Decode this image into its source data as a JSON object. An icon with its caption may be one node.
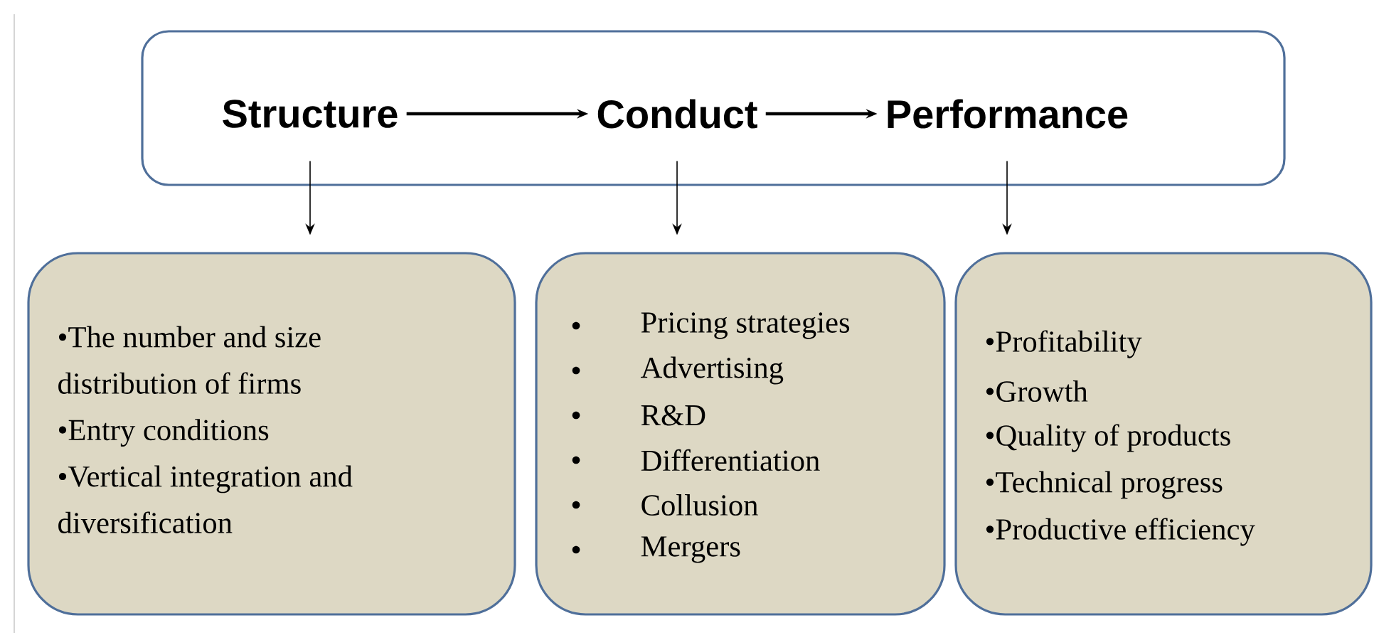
{
  "diagram": {
    "nodes": [
      {
        "text": [],
        "shape": "box"
      },
      {
        "text": [
          "Structure"
        ],
        "in": 0
      },
      {
        "text": [
          "Conduct"
        ],
        "in": 0
      },
      {
        "text": [
          "Performance"
        ],
        "in": 0
      },
      {
        "text": [
          "•The number and size distribution of firms",
          "•Entry conditions",
          "•Vertical integration and diversification"
        ]
      },
      {
        "text": [
          "Pricing strategies",
          "Advertising",
          "R&D",
          "Differentiation",
          "Collusion",
          "Mergers"
        ]
      },
      {
        "text": [
          "•Profitability",
          "•Growth",
          "•Quality of products",
          "•Technical progress",
          "•Productive efficiency"
        ]
      }
    ],
    "edges": [
      {
        "from": 1,
        "to": 2,
        "arrow": "to"
      },
      {
        "from": 2,
        "to": 3,
        "arrow": "to"
      },
      {
        "from": 1,
        "to": 4,
        "arrow": "to"
      },
      {
        "from": 2,
        "to": 5,
        "arrow": "to"
      },
      {
        "from": 3,
        "to": 6,
        "arrow": "to"
      }
    ]
  }
}
